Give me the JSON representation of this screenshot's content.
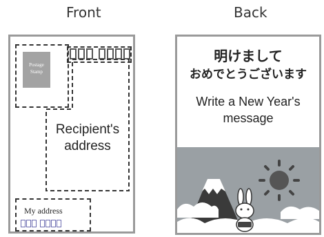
{
  "headings": {
    "front": "Front",
    "back": "Back"
  },
  "front": {
    "stamp_text": "Postage Stamp",
    "recipient_label": "Recipient's address",
    "my_address_label": "My address",
    "postal_code_box_count": 7,
    "sender_code_box_count": 7
  },
  "back": {
    "greeting_line1": "明けまして",
    "greeting_line2": "おめでとうございます",
    "message": "Write a New Year's message"
  },
  "colors": {
    "card_border": "#9a9a9a",
    "stamp": "#a3a3a3",
    "sky": "#9aa0a4",
    "mountain": "#3a3a3a",
    "sun": "#555555",
    "cloud": "#ffffff"
  }
}
